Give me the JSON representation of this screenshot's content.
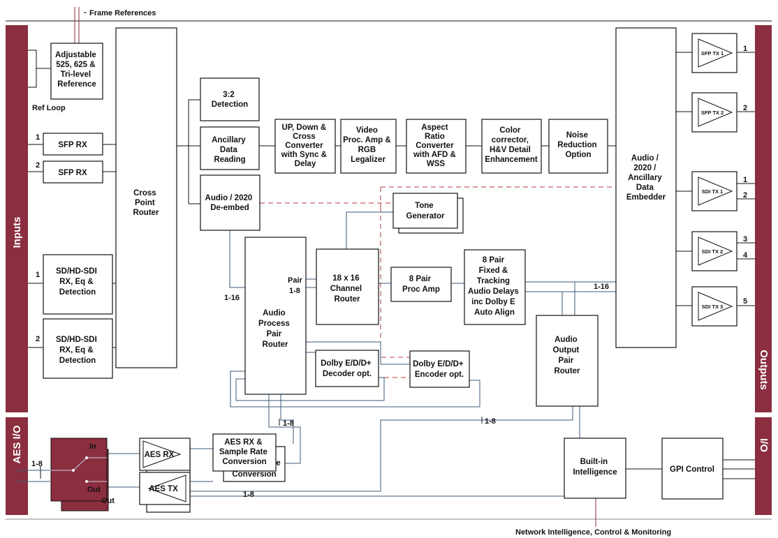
{
  "top": {
    "frame_references": "Frame References"
  },
  "bottom": {
    "network": "Network Intelligence, Control & Monitoring"
  },
  "side_bars": {
    "inputs": "Inputs",
    "outputs": "Outputs",
    "aes_io": "AES I/O",
    "io": "I/O"
  },
  "blocks": {
    "ref": [
      "Adjustable",
      "525, 625 &",
      "Tri-level",
      "Reference"
    ],
    "ref_loop": "Ref Loop",
    "sfp_rx": "SFP RX",
    "sdi_rx": [
      "SD/HD-SDI",
      "RX, Eq &",
      "Detection"
    ],
    "cross_point": [
      "Cross",
      "Point",
      "Router"
    ],
    "detect32": [
      "3:2",
      "Detection"
    ],
    "ancillary": [
      "Ancillary",
      "Data",
      "Reading"
    ],
    "deembed": [
      "Audio / 2020",
      "De-embed"
    ],
    "converter": [
      "UP, Down &",
      "Cross",
      "Converter",
      "with Sync &",
      "Delay"
    ],
    "procamp": [
      "Video",
      "Proc. Amp &",
      "RGB",
      "Legalizer"
    ],
    "aspect": [
      "Aspect",
      "Ratio",
      "Converter",
      "with AFD &",
      "WSS"
    ],
    "color": [
      "Color",
      "corrector,",
      "H&V Detail",
      "Enhancement"
    ],
    "noise": [
      "Noise",
      "Reduction",
      "Option"
    ],
    "embedder": [
      "Audio /",
      "2020 /",
      "Ancillary",
      "Data",
      "Embedder"
    ],
    "tone": [
      "Tone",
      "Generator"
    ],
    "audio_process": [
      "Audio",
      "Process",
      "Pair",
      "Router"
    ],
    "channel_router": [
      "18 x 16",
      "Channel",
      "Router"
    ],
    "pair_proc": [
      "8 Pair",
      "Proc Amp"
    ],
    "delays": [
      "8 Pair",
      "Fixed &",
      "Tracking",
      "Audio Delays",
      "inc Dolby E",
      "Auto Align"
    ],
    "output_router": [
      "Audio",
      "Output",
      "Pair",
      "Router"
    ],
    "decoder": [
      "Dolby E/D/D+",
      "Decoder opt."
    ],
    "encoder": [
      "Dolby E/D/D+",
      "Encoder opt."
    ],
    "aes_rx": "AES RX",
    "aes_tx": "AES TX",
    "aes_src": [
      "AES RX &",
      "Sample Rate",
      "Conversion"
    ],
    "aes_src_back": [
      "e",
      "Conversion"
    ],
    "switch_in": "In",
    "switch_out": "Out",
    "switch_out_back": "Out",
    "intelligence": [
      "Built-in",
      "Intelligence"
    ],
    "gpi": "GPI Control",
    "sfp_tx1": "SFP TX 1",
    "sfp_tx2": "SFP TX 2",
    "sdi_tx1": "SDI TX 1",
    "sdi_tx2": "SDI TX 2",
    "sdi_tx3": "SDI TX 3"
  },
  "labels": {
    "in1": "1",
    "in2": "2",
    "in3": "1",
    "in4": "2",
    "out1": "1",
    "out2": "2",
    "out3": "1",
    "out4": "2",
    "out5": "3",
    "out6": "4",
    "out7": "5",
    "pair18": [
      "Pair",
      "1-8"
    ],
    "r116_left": "1-16",
    "r116_right": "1-16",
    "r18_a": "1-8",
    "r18_b": "1-8",
    "r18_c": "1-8",
    "r18_aes": "1-8"
  }
}
